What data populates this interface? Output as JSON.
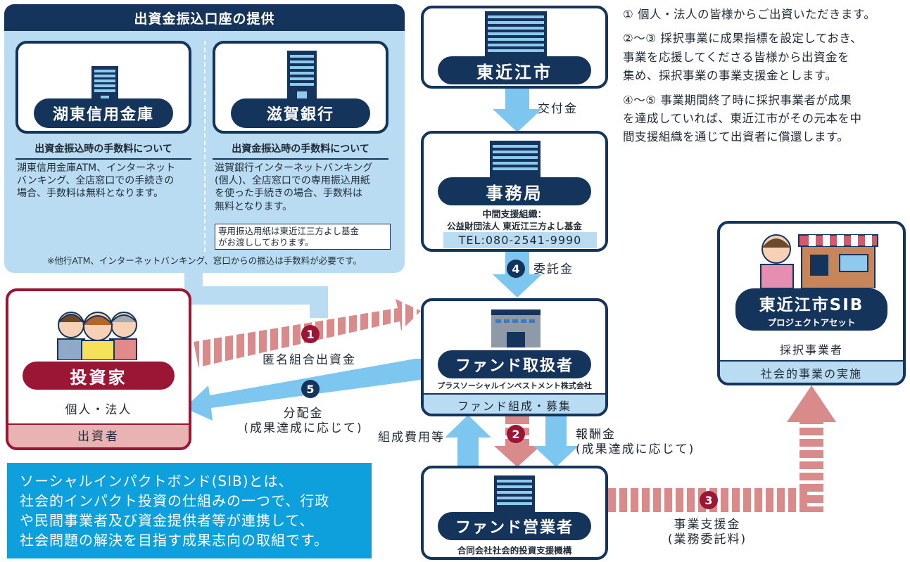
{
  "provision": {
    "title": "出資金振込口座の提供",
    "banks": [
      {
        "name": "湖東信用金庫",
        "fee_heading": "出資金振込時の手数料について",
        "fee_text": [
          "湖東信用金庫ATM、インターネット",
          "バンキング、全店窓口での手続きの",
          "場合、手数料は無料となります。"
        ]
      },
      {
        "name": "滋賀銀行",
        "fee_heading": "出資金振込時の手数料について",
        "fee_text": [
          "滋賀銀行インターネットバンキング",
          "(個人)、全店窓口での専用振込用紙",
          "を使った手続きの場合、手数料は",
          "無料となります。"
        ],
        "note": [
          "専用振込用紙は東近江三方よし基金",
          "がお渡ししております。"
        ]
      }
    ],
    "footnote": "※他行ATM、インターネットバンキング、窓口からの振込は手数料が必要です。"
  },
  "city": {
    "name": "東近江市"
  },
  "office": {
    "name": "事務局",
    "org_label": "中間支援組織：",
    "org_name": "公益財団法人 東近江三方よし基金",
    "tel": "TEL:080-2541-9990"
  },
  "fund_handler": {
    "name": "ファンド取扱者",
    "company": "プラスソーシャルインベストメント株式会社",
    "role": "ファンド組成・募集"
  },
  "fund_operator": {
    "name": "ファンド営業者",
    "company": "合同会社社会的投資支援機構"
  },
  "investor": {
    "name": "投資家",
    "type": "個人・法人",
    "role": "出資者"
  },
  "project": {
    "name": "東近江市SIB",
    "sub": "プロジェクトアセット",
    "label": "採択事業者",
    "role": "社会的事業の実施"
  },
  "flows": {
    "grant": "交付金",
    "commission": "委託金",
    "investment": "匿名組合出資金",
    "dividend": [
      "分配金",
      "(成果達成に応じて)"
    ],
    "setup_cost": "組成費用等",
    "reward": [
      "報酬金",
      "(成果達成に応じて)"
    ],
    "support": [
      "事業支援金",
      "(業務委託料)"
    ]
  },
  "badges": [
    "1",
    "2",
    "3",
    "4",
    "5"
  ],
  "steps": [
    [
      "① 個人・法人の皆様からご出資いただきます。"
    ],
    [
      "②〜③ 採択事業に成果指標を設定しておき、",
      "事業を応援してくださる皆様から出資金を",
      "集め、採択事業の事業支援金とします。"
    ],
    [
      "④〜⑤ 事業期間終了時に採択事業者が成果",
      "を達成していれば、東近江市がその元本を中",
      "間支援組織を通じて出資者に償還します。"
    ]
  ],
  "sib_description": [
    "ソーシャルインパクトボンド(SIB)とは、",
    "社会的インパクト投資の仕組みの一つで、行政",
    "や民間事業者及び資金提供者等が連携して、",
    "社会問題の解決を目指す成果志向の取組です。"
  ],
  "colors": {
    "navy": "#15345c",
    "lightblue": "#b9dcf3",
    "skyarrow": "#7cc6ef",
    "pinkarrow": "#d98a8a",
    "wine": "#9b1535",
    "cyan": "#0ea0dc"
  }
}
